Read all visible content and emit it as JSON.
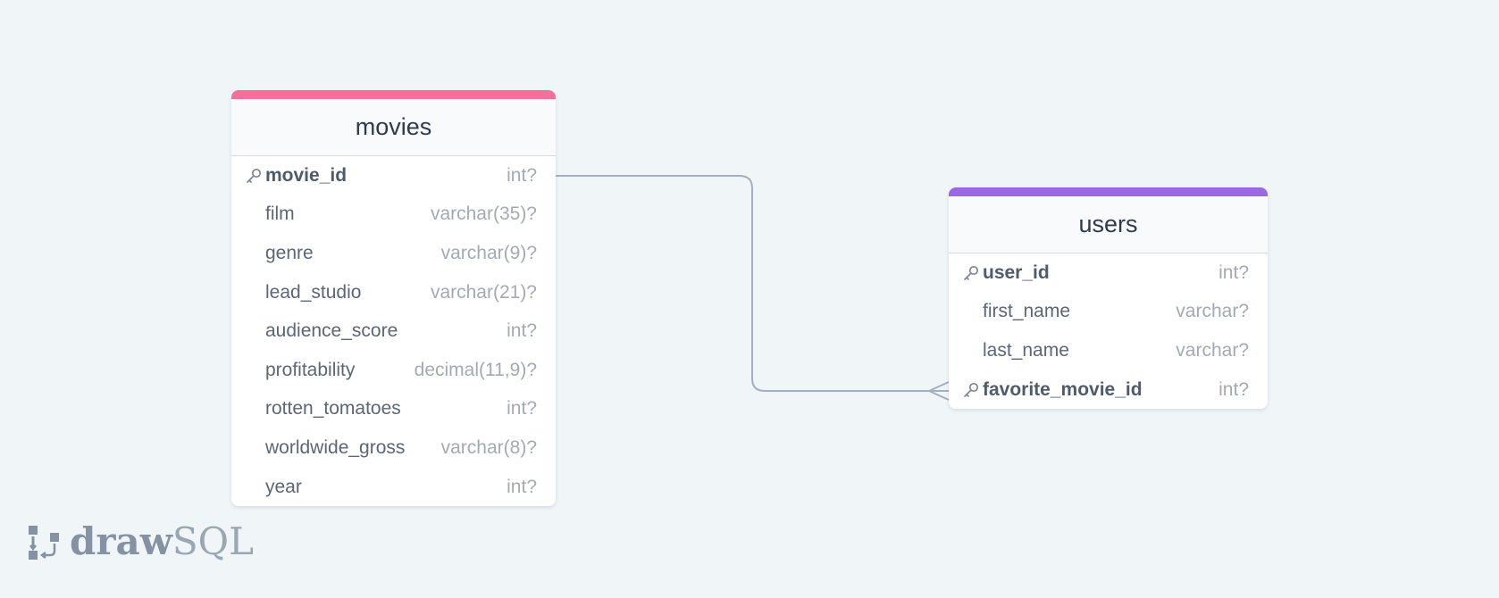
{
  "tables": [
    {
      "name": "movies",
      "accent_color": "#f56f9a",
      "columns": [
        {
          "name": "movie_id",
          "type": "int?",
          "key": true
        },
        {
          "name": "film",
          "type": "varchar(35)?",
          "key": false
        },
        {
          "name": "genre",
          "type": "varchar(9)?",
          "key": false
        },
        {
          "name": "lead_studio",
          "type": "varchar(21)?",
          "key": false
        },
        {
          "name": "audience_score",
          "type": "int?",
          "key": false
        },
        {
          "name": "profitability",
          "type": "decimal(11,9)?",
          "key": false
        },
        {
          "name": "rotten_tomatoes",
          "type": "int?",
          "key": false
        },
        {
          "name": "worldwide_gross",
          "type": "varchar(8)?",
          "key": false
        },
        {
          "name": "year",
          "type": "int?",
          "key": false
        }
      ]
    },
    {
      "name": "users",
      "accent_color": "#9b68e0",
      "columns": [
        {
          "name": "user_id",
          "type": "int?",
          "key": true
        },
        {
          "name": "first_name",
          "type": "varchar?",
          "key": false
        },
        {
          "name": "last_name",
          "type": "varchar?",
          "key": false
        },
        {
          "name": "favorite_movie_id",
          "type": "int?",
          "key": true
        }
      ]
    }
  ],
  "relationship": {
    "from": "movies.movie_id",
    "to": "users.favorite_movie_id",
    "cardinality": "one-to-many",
    "line_color": "#a3b0c4"
  },
  "logo": {
    "bold": "draw",
    "light": "SQL",
    "icon": "drawsql-logo-icon"
  }
}
